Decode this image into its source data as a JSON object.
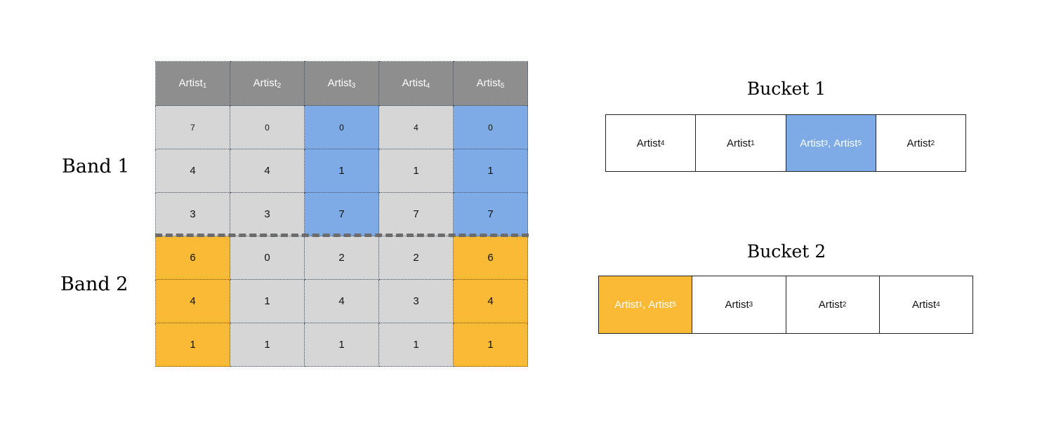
{
  "bands": {
    "band1_label": "Band 1",
    "band2_label": "Band 2"
  },
  "matrix": {
    "headers": [
      {
        "name": "Artist",
        "sub": "1"
      },
      {
        "name": "Artist",
        "sub": "2"
      },
      {
        "name": "Artist",
        "sub": "3"
      },
      {
        "name": "Artist",
        "sub": "4"
      },
      {
        "name": "Artist",
        "sub": "5"
      }
    ],
    "rows": [
      [
        "7",
        "0",
        "0",
        "4",
        "0"
      ],
      [
        "4",
        "4",
        "1",
        "1",
        "1"
      ],
      [
        "3",
        "3",
        "7",
        "7",
        "7"
      ],
      [
        "6",
        "0",
        "2",
        "2",
        "6"
      ],
      [
        "4",
        "1",
        "4",
        "3",
        "4"
      ],
      [
        "1",
        "1",
        "1",
        "1",
        "1"
      ]
    ]
  },
  "buckets": [
    {
      "title": "Bucket 1",
      "slots": [
        {
          "parts": [
            {
              "name": "Artist",
              "sub": "4"
            }
          ],
          "highlight": "none"
        },
        {
          "parts": [
            {
              "name": "Artist",
              "sub": "1"
            }
          ],
          "highlight": "none"
        },
        {
          "parts": [
            {
              "name": "Artist",
              "sub": "3"
            },
            {
              "sep": ", "
            },
            {
              "name": "Artist",
              "sub": "5"
            }
          ],
          "highlight": "blue"
        },
        {
          "parts": [
            {
              "name": "Artist",
              "sub": "2"
            }
          ],
          "highlight": "none"
        }
      ]
    },
    {
      "title": "Bucket 2",
      "slots": [
        {
          "parts": [
            {
              "name": "Artist",
              "sub": "1"
            },
            {
              "sep": ", "
            },
            {
              "name": "Artist",
              "sub": "5"
            }
          ],
          "highlight": "orange"
        },
        {
          "parts": [
            {
              "name": "Artist",
              "sub": "3"
            }
          ],
          "highlight": "none"
        },
        {
          "parts": [
            {
              "name": "Artist",
              "sub": "2"
            }
          ],
          "highlight": "none"
        },
        {
          "parts": [
            {
              "name": "Artist",
              "sub": "4"
            }
          ],
          "highlight": "none"
        }
      ]
    }
  ],
  "colors": {
    "header_gray": "#8e8e8e",
    "cell_gray": "#d6d6d6",
    "band1_match_blue": "#7eabe6",
    "band2_match_orange": "#fbba35"
  }
}
